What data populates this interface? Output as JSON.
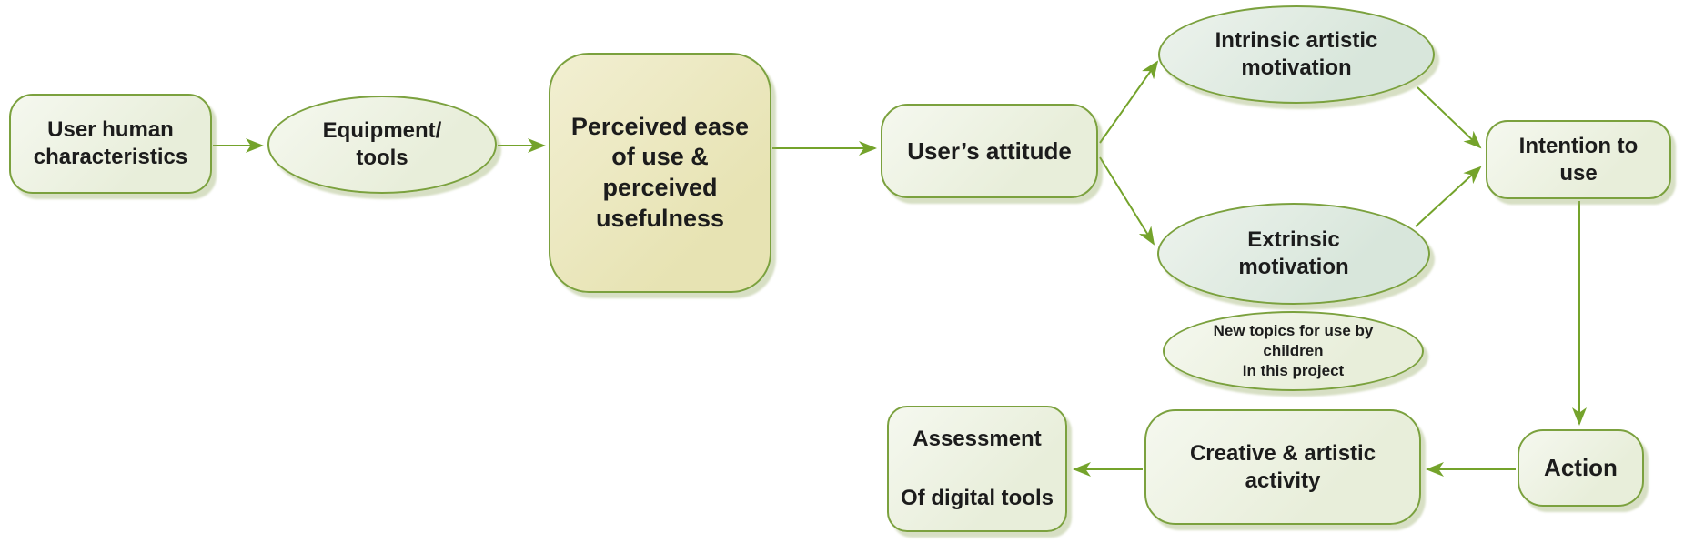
{
  "diagram": {
    "type": "flowchart",
    "colors": {
      "shape_border_green": "#7ba13e",
      "arrow_green": "#74a32b",
      "box_fill_light": "#edf2e2",
      "motivation_ellipse_fill": "#dde8dd",
      "highlight_box_fill": "#ebe7c0",
      "text": "#1c1c1c",
      "shadow": "#c3d2a0"
    },
    "nodes": {
      "user_human": {
        "shape": "rounded-rect",
        "label": "User human\ncharacteristics"
      },
      "equipment": {
        "shape": "ellipse",
        "label": "Equipment/\ntools"
      },
      "perceived": {
        "shape": "rounded-rect",
        "label": "Perceived ease\nof use &\nperceived\nusefulness"
      },
      "attitude": {
        "shape": "rounded-rect",
        "label": "User’s attitude"
      },
      "intrinsic": {
        "shape": "ellipse",
        "label": "Intrinsic artistic\nmotivation"
      },
      "extrinsic": {
        "shape": "ellipse",
        "label": "Extrinsic\nmotivation"
      },
      "new_topics": {
        "shape": "ellipse",
        "label": "New topics for use by\nchildren\nIn this project"
      },
      "intention": {
        "shape": "rounded-rect",
        "label": "Intention to\nuse"
      },
      "action": {
        "shape": "rounded-rect",
        "label": "Action"
      },
      "creative": {
        "shape": "rounded-rect",
        "label": "Creative & artistic\nactivity"
      },
      "assessment": {
        "shape": "rounded-rect",
        "label": "Assessment\n\nOf digital tools"
      }
    },
    "edges": [
      {
        "from": "user_human",
        "to": "equipment"
      },
      {
        "from": "equipment",
        "to": "perceived"
      },
      {
        "from": "perceived",
        "to": "attitude"
      },
      {
        "from": "attitude",
        "to": "intrinsic"
      },
      {
        "from": "attitude",
        "to": "extrinsic"
      },
      {
        "from": "intrinsic",
        "to": "intention"
      },
      {
        "from": "extrinsic",
        "to": "intention"
      },
      {
        "from": "intention",
        "to": "action"
      },
      {
        "from": "action",
        "to": "creative"
      },
      {
        "from": "creative",
        "to": "assessment"
      }
    ]
  }
}
